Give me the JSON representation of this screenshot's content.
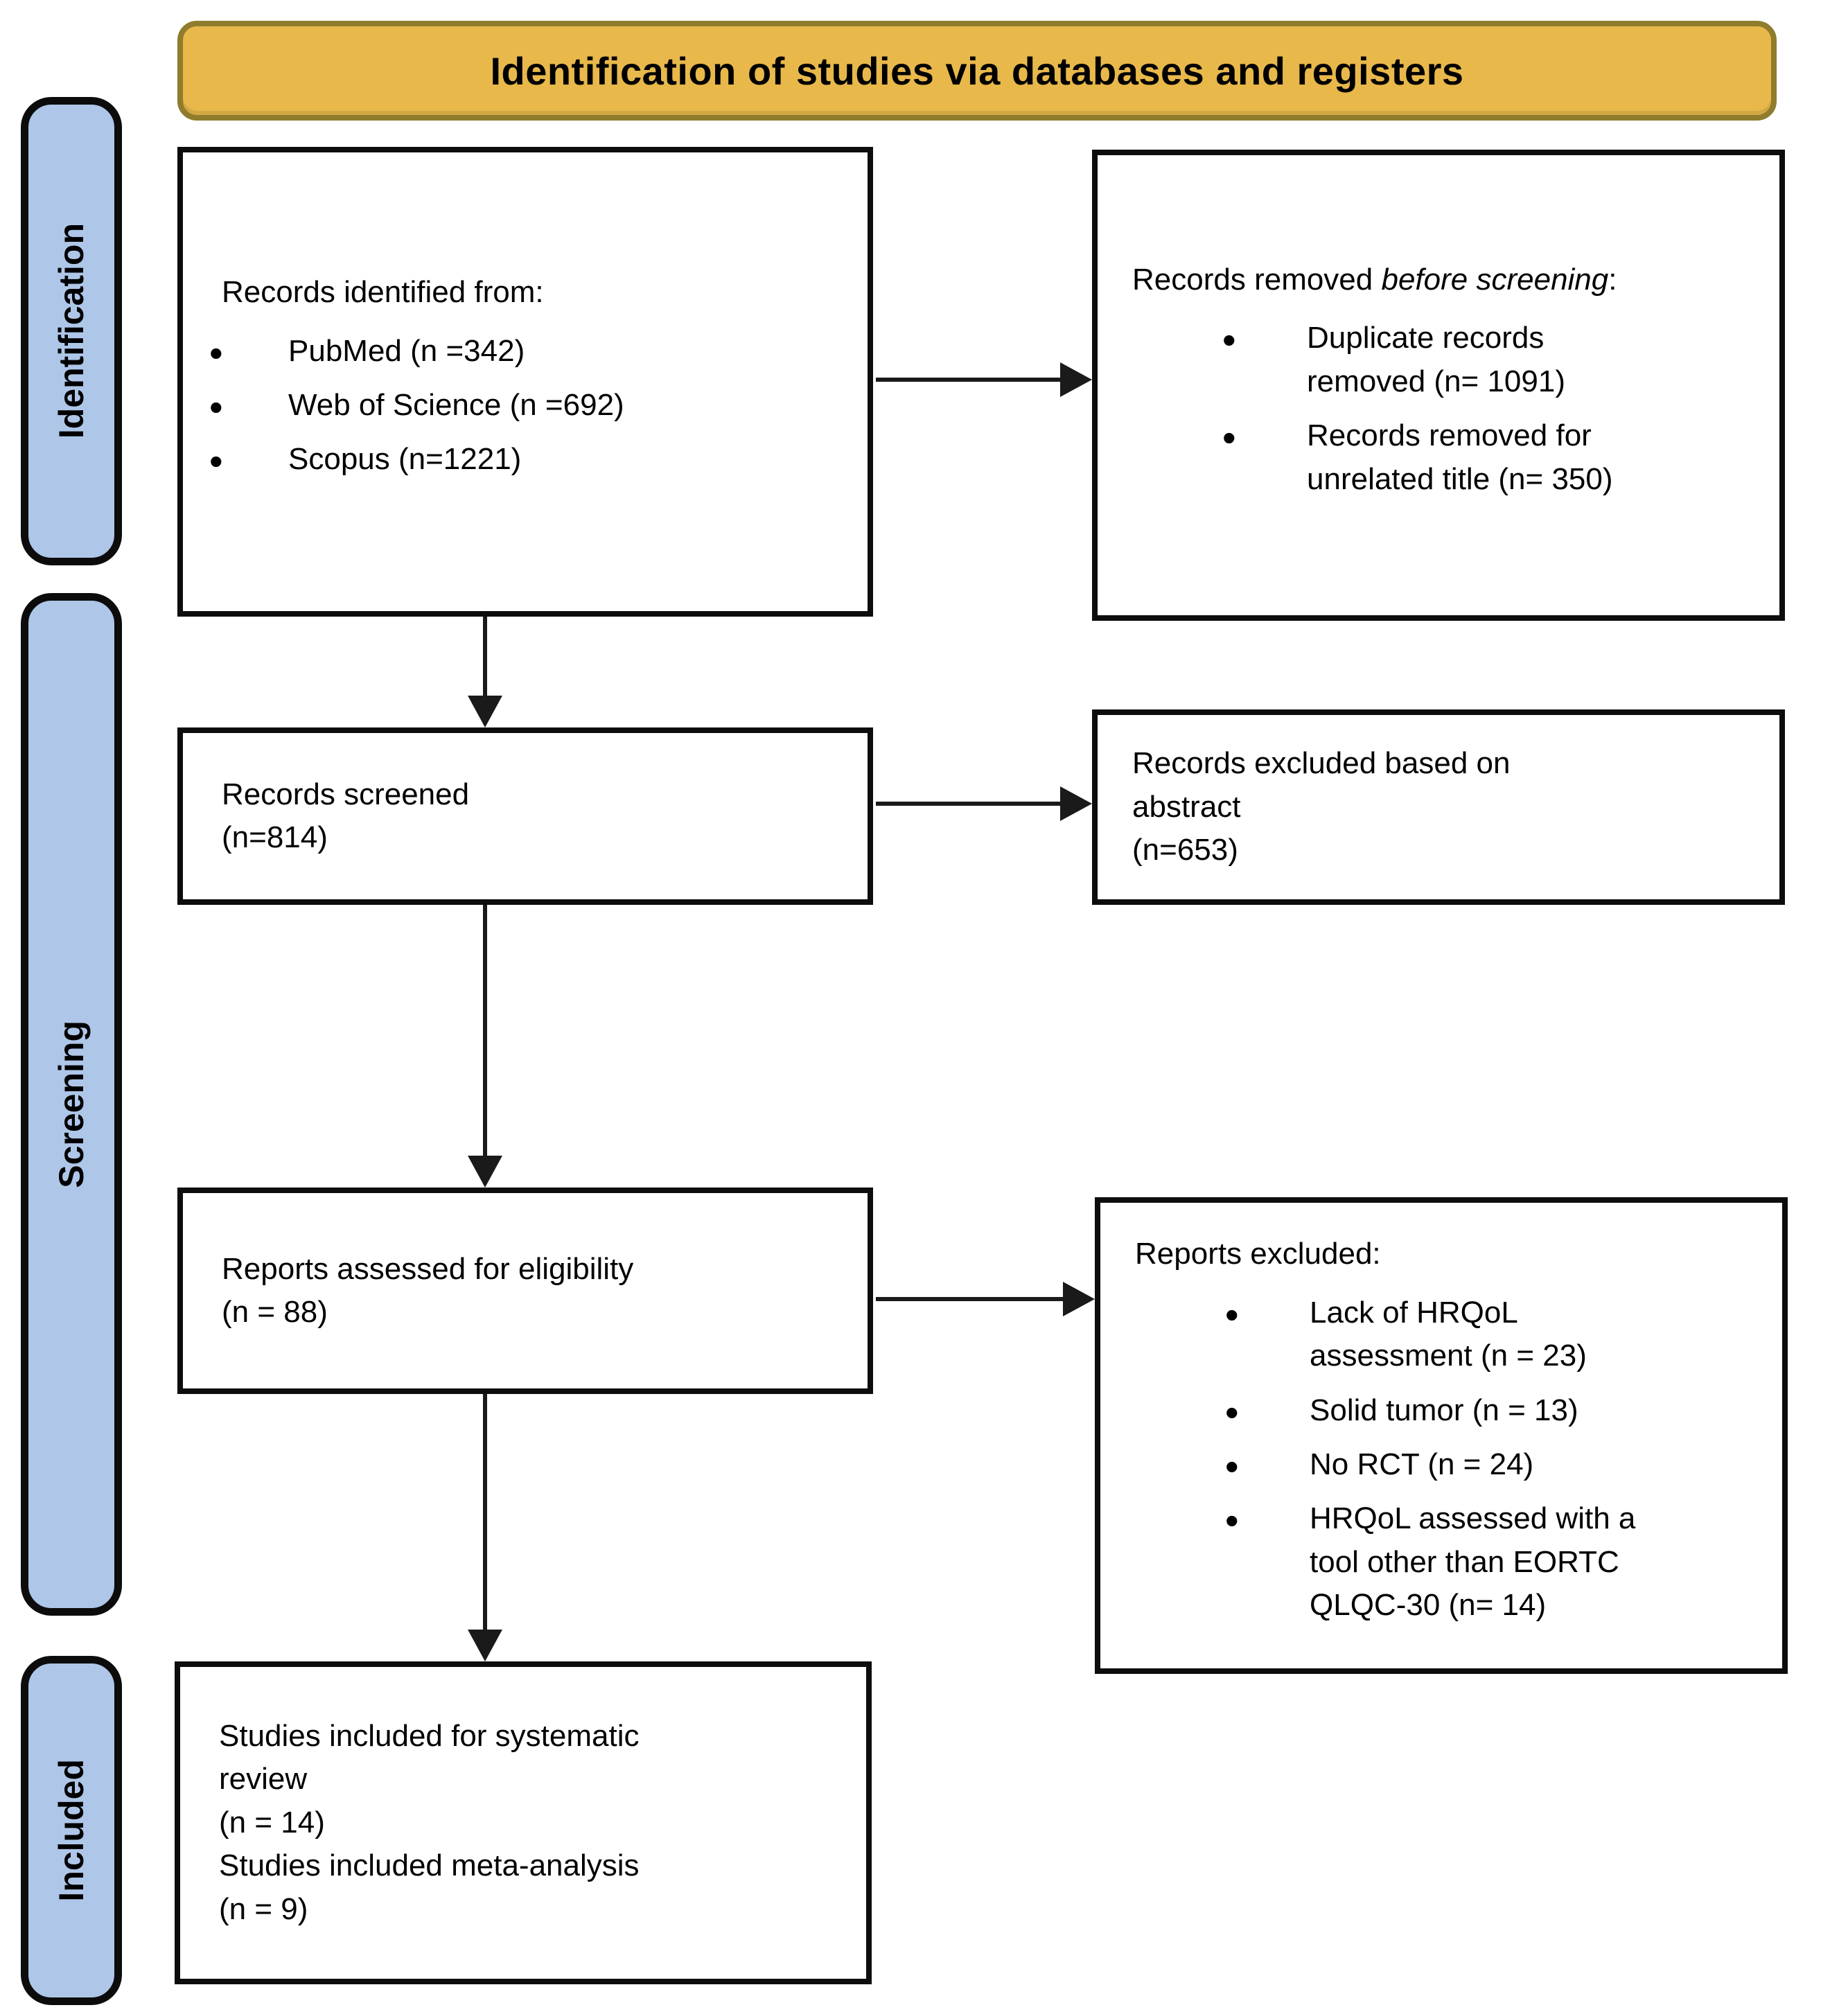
{
  "banner": {
    "title": "Identification of studies via databases and registers"
  },
  "sidebar": {
    "items": [
      {
        "id": "identification",
        "label": "Identification"
      },
      {
        "id": "screening",
        "label": "Screening"
      },
      {
        "id": "included",
        "label": "Included"
      }
    ]
  },
  "boxes": {
    "records_identified": {
      "title": "Records identified from:",
      "items": [
        "PubMed (n =342)",
        "Web of Science (n =692)",
        "Scopus (n=1221)"
      ]
    },
    "records_removed": {
      "title_prefix": "Records removed ",
      "title_italic": "before screening",
      "title_suffix": ":",
      "items": [
        "Duplicate records removed (n= 1091)",
        "Records removed for unrelated title (n= 350)"
      ]
    },
    "records_screened": {
      "text": "Records screened\n(n=814)"
    },
    "records_excluded": {
      "text": "Records excluded based on\nabstract\n(n=653)"
    },
    "reports_assessed": {
      "text": "Reports assessed for eligibility\n(n = 88)"
    },
    "reports_excluded": {
      "title": "Reports excluded:",
      "items": [
        "Lack of HRQoL assessment (n = 23)",
        "Solid tumor (n = 13)",
        "No RCT (n = 24)",
        "HRQoL assessed with a tool other than EORTC QLQC-30 (n= 14)"
      ]
    },
    "studies_included": {
      "text": "Studies included for systematic\nreview\n(n = 14)\nStudies included meta-analysis\n(n = 9)"
    }
  },
  "colors": {
    "banner_bg": "#E8B84B",
    "banner_border": "#8F7C2D",
    "sidebar_bg": "#AEC6E8",
    "box_border": "#0D0D0D",
    "arrow": "#1A1A1A",
    "background": "#FFFFFF",
    "text": "#000000"
  }
}
